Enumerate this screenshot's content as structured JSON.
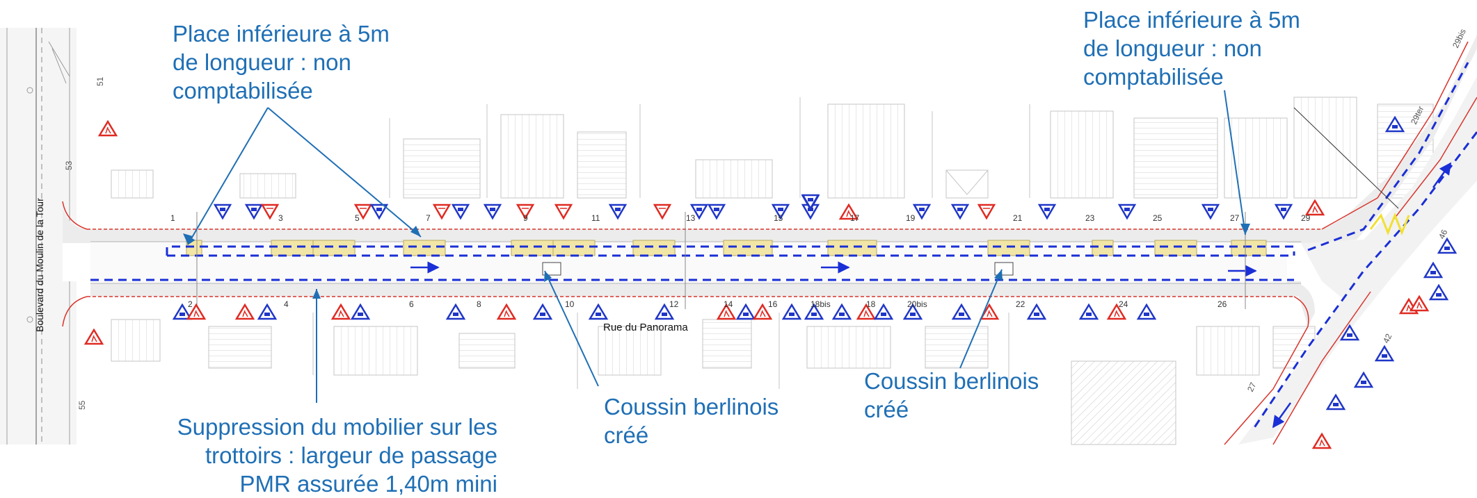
{
  "colors": {
    "annotation": "#1f6fb5",
    "lane_dash": "#1a2fd6",
    "curb_red": "#d9332b",
    "parking_fill": "#f2e6a6",
    "sign_red": "#e02a22",
    "sign_blue": "#1f36c8",
    "grey_lines": "#b3b3b3"
  },
  "streets": {
    "main": "Rue du Panorama",
    "left_vertical": "Boulevard du Moulin de la Tour"
  },
  "annotations": {
    "parking_left": [
      "Place inférieure à 5m",
      "de longueur : non",
      "comptabilisée"
    ],
    "parking_right": [
      "Place inférieure à 5m",
      "de longueur : non",
      "comptabilisée"
    ],
    "sidewalk": [
      "Suppression du mobilier sur les",
      "trottoirs : largeur de passage",
      "PMR assurée 1,40m mini"
    ],
    "cushion_1": [
      "Coussin berlinois",
      "créé"
    ],
    "cushion_2": [
      "Coussin berlinois",
      "créé"
    ]
  },
  "house_numbers_north": [
    "1",
    "3",
    "5",
    "7",
    "9",
    "11",
    "13",
    "15",
    "17",
    "19",
    "21",
    "23",
    "25",
    "27",
    "29"
  ],
  "house_numbers_south": [
    "2",
    "4",
    "6",
    "8",
    "10",
    "12",
    "14",
    "16",
    "18bis",
    "18",
    "20bis",
    "22",
    "24",
    "26"
  ],
  "boulevard_numbers": [
    "51",
    "53",
    "55"
  ],
  "right_street_numbers": [
    "29bis",
    "29ter",
    "46",
    "42",
    "27"
  ],
  "icons": {
    "sign_give_way": "give-way-triangle-icon",
    "sign_pedestrian": "pedestrian-warning-icon",
    "sign_parking": "parking-bay-sign-icon",
    "direction_arrow": "direction-arrow-icon"
  }
}
